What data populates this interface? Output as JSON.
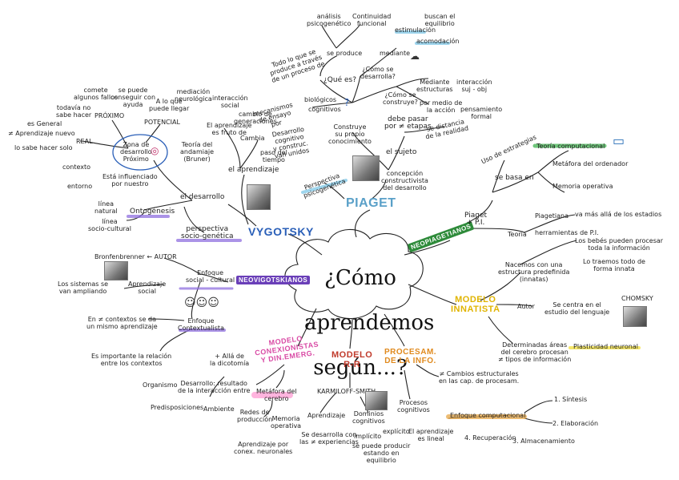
{
  "center": {
    "line1": "¿Cómo",
    "line2": "aprendemos",
    "line3": "según...?"
  },
  "branches": {
    "piaget": "PIAGET",
    "vygotsky": "VYGOTSKY",
    "neopiagetianos": "NEOPIAGETIANOS",
    "neovigotskianos": "NEOVIGOTSKIANOS",
    "innatista": "MODELO\nINNATISTA",
    "rr": "MODELO\nR-R",
    "procesam": "PROCESAM.\nDE LA INFO.",
    "conexionistas": "MODELO\nCONEXIONISTAS\nY DIN.EMERG."
  },
  "piaget": {
    "concepcion": "concepción\nconstructivista\ndel desarrollo",
    "perspectiva": "Perspectiva\npsicogenética",
    "sujeto": "el sujeto",
    "construye": "Construye\nsu propio\nconocimiento",
    "etapas": "debe pasar\npor ≠ etapas",
    "se_aleja": "se distancia\nde la realidad",
    "que_es": "¿Qué es?",
    "como_desarrolla": "¿Cómo se\ndesarrolla?",
    "como_construye": "¿Cómo se\nconstruye?",
    "produce": "se produce",
    "todo_lo_que": "Todo lo que se\nproduce a través\nde un proceso de",
    "analisis": "análisis\npsicogenético",
    "continuidad": "Continuidad\nfuncional",
    "estimulacion": "estimulación",
    "buscan": "buscan el\nequilibrio",
    "acomodacion": "acomodación",
    "mediante": "mediante",
    "mediante_estructuras": "Mediante\nestructuras",
    "interaccion": "interacción\nsuj - obj",
    "por_medio": "por medio de\nla acción",
    "pensamiento": "pensamiento\nformal",
    "mecanismos": "mecanismos\nde ensayo\npor",
    "biologicos": "biológicos",
    "cognitivos": "cognitivos",
    "desarrollo_cog": "Desarrollo\ncognitivo\ny construc.\nvan unidos"
  },
  "vygotsky": {
    "aprendizaje": "el aprendizaje",
    "desarrollo": "el desarrollo",
    "zona": "Zona de\ndesarrollo\nPróximo",
    "proximo": "PRÓXIMO",
    "potencial": "POTENCIAL",
    "real": "REAL",
    "es_general": "es General",
    "aprendizaje_nuevo": "≠ Aprendizaje nuevo",
    "saber_hacer": "lo sabe hacer solo",
    "comete_errores": "comete\nalgunos fallos",
    "se_puede": "se puede\nconseguir con\nayuda",
    "lo_que_puede": "A lo que\npuede llegar",
    "todavia": "todavía no\nsabe hacer",
    "mediacion": "mediación\nneurológica",
    "interaccion_social": "interacción\nsocial",
    "el_aprendizaje_es": "El aprendizaje\nes fruto de",
    "cambio_generaciones": "cambio de\ngeneraciones",
    "cambia": "Cambia",
    "paso_tiempo": "paso del\ntiempo",
    "teoria_andamiaje": "Teoría del\nandamiaje\n(Bruner)",
    "contexto": "contexto",
    "entorno": "entorno",
    "influenciado": "Está influenciado\npor nuestro",
    "ontogenesis": "Ontogénesis",
    "linea_natural": "línea\nnatural",
    "linea_socio": "línea\nsocio-cultural",
    "perspectiva": "perspectiva\nsocio-genética"
  },
  "neovigotskianos": {
    "enfoque_sc": "Enfoque\nsocial - cultural",
    "bronfenbrenner": "Bronfenbrenner ← AUTOR",
    "sistemas": "Los sistemas se\nvan ampliando",
    "aprendizaje_social": "Aprendizaje\nsocial",
    "enfoque_contextualista": "Enfoque\nContextualista",
    "contextos": "En ≠ contextos se da\nun mismo aprendizaje",
    "importante": "Es importante la relación\nentre los contextos"
  },
  "neopiagetianos": {
    "uso_estrategias": "Uso de estrategias",
    "se_basa": "se basa en",
    "teoria_comp": "Teoría computacional",
    "metafora": "Metáfora del ordenador",
    "memoria": "Memoria operativa",
    "piaget_pi": "Piaget\n+ P.I.",
    "teoria": "Teoría",
    "piagetiana": "Piagetiana",
    "mas_alla": "va más allá de los estadios",
    "herramientas": "herramientas de P.I."
  },
  "innatista": {
    "nacemos": "Nacemos con una\nestructura predefinida\n(innatas)",
    "bebes": "Los bebés pueden procesar\ntoda la información",
    "traemos": "Lo traemos todo de\nforma innata",
    "autor": "Autor",
    "chomsky": "CHOMSKY",
    "se_centra": "Se centra en el\nestudio del lenguaje",
    "areas": "Determinadas áreas\ndel cerebro procesan\n≠ tipos de información",
    "plasticidad": "Plasticidad neuronal"
  },
  "rr": {
    "karmiloff": "KARMILOFF-SMITH",
    "aprendizaje": "Aprendizaje",
    "dominios": "Dominios\ncognitivos",
    "se_desarrolla": "Se desarrolla con\nlas ≠ experiencias",
    "implicito": "implícito",
    "explicito": "explícito",
    "puede_producir": "se puede producir\nestando en\nequilibrio"
  },
  "procesam": {
    "cambios": "≠ Cambios estructurales\nen las cap. de procesam.",
    "procesos": "Procesos\ncognitivos",
    "aprendizaje_lineal": "El aprendizaje\nes lineal",
    "enfoque_comp": "Enfoque computacional",
    "sintesis": "1. Síntesis",
    "elaboracion": "2. Elaboración",
    "almacenamiento": "3. Almacenamiento",
    "recuperacion": "4. Recuperación"
  },
  "conexionistas": {
    "mas_alla": "+ Allá de\nla dicotomía",
    "desarrollo_resultado": "Desarrollo: resultado\nde la interacción entre",
    "organismo": "Organismo",
    "predisposiciones": "Predisposiciones",
    "ambiente": "Ambiente",
    "metafora_cerebro": "Metáfora del\ncerebro",
    "redes": "Redes de\nproducción",
    "memoria_operativa": "Memoria\noperativa",
    "aprendizaje_conex": "Aprendizaje por\nconex. neuronales"
  },
  "colors": {
    "piaget": "#5aa0c8",
    "vygotsky": "#2a5fb8",
    "neopiagetianos": "#2e8b3a",
    "neovigotskianos": "#6a3fb8",
    "innatista": "#e0b400",
    "rr": "#c03a2b",
    "procesam": "#e08a1e",
    "conexionistas": "#d94aa5"
  },
  "icons": [
    "cloud-icon",
    "computer-icon",
    "brain-icon",
    "people-icon",
    "target-icon",
    "bulb-icon"
  ]
}
